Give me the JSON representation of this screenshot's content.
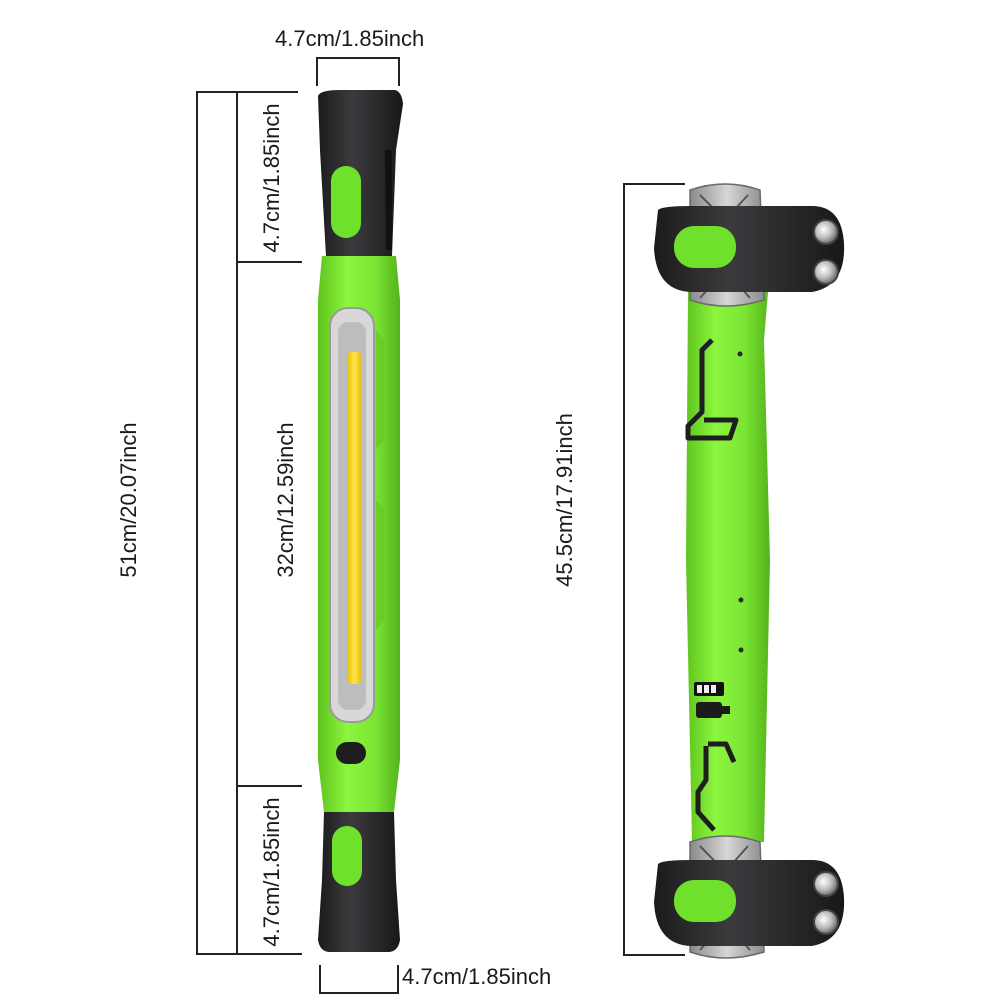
{
  "dimensions": {
    "top_width": "4.7cm/1.85inch",
    "bottom_width": "4.7cm/1.85inch",
    "total_length": "51cm/20.07inch",
    "top_cap_length": "4.7cm/1.85inch",
    "light_length": "32cm/12.59inch",
    "bottom_cap_length": "4.7cm/1.85inch",
    "folded_length": "45.5cm/17.91inch"
  },
  "colors": {
    "body_green": "#7cf23a",
    "cap_black": "#2a2a2c",
    "cob_yellow": "#f4d61c",
    "dimension_line": "#222222"
  },
  "products": [
    {
      "name": "work-light-straight"
    },
    {
      "name": "work-light-folded"
    }
  ]
}
